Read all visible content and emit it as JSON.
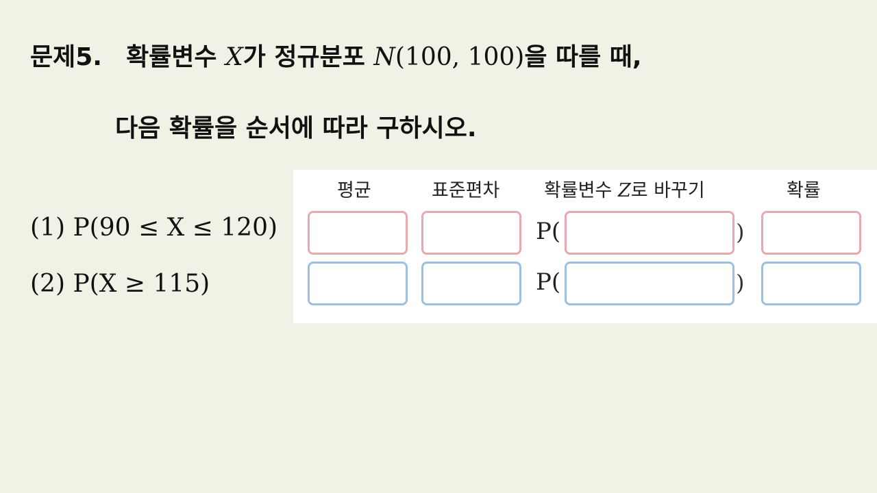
{
  "problem": {
    "line1": {
      "prefix": "문제5.",
      "part1": "확률변수",
      "var": "X",
      "part2": "가 정규분포",
      "dist_letter": "N",
      "dist_params": "(100, 100)",
      "part3": "을 따를 때,"
    },
    "line2": "다음 확률을 순서에 따라 구하시오."
  },
  "questions": [
    {
      "number": "(1)",
      "expr": "P(90 ≤ X ≤ 120)"
    },
    {
      "number": "(2)",
      "expr": "P(X ≥ 115)"
    }
  ],
  "table": {
    "headers": {
      "mean": "평균",
      "sd": "표준편차",
      "z_prefix": "확률변수",
      "z_var": "Z",
      "z_suffix": "로 바꾸기",
      "prob": "확률"
    },
    "p_open": "P(",
    "p_close": ")"
  },
  "colors": {
    "background": "#f2f1e6",
    "row1_border": "#e7a9ad",
    "row2_border": "#9dbfe0"
  }
}
